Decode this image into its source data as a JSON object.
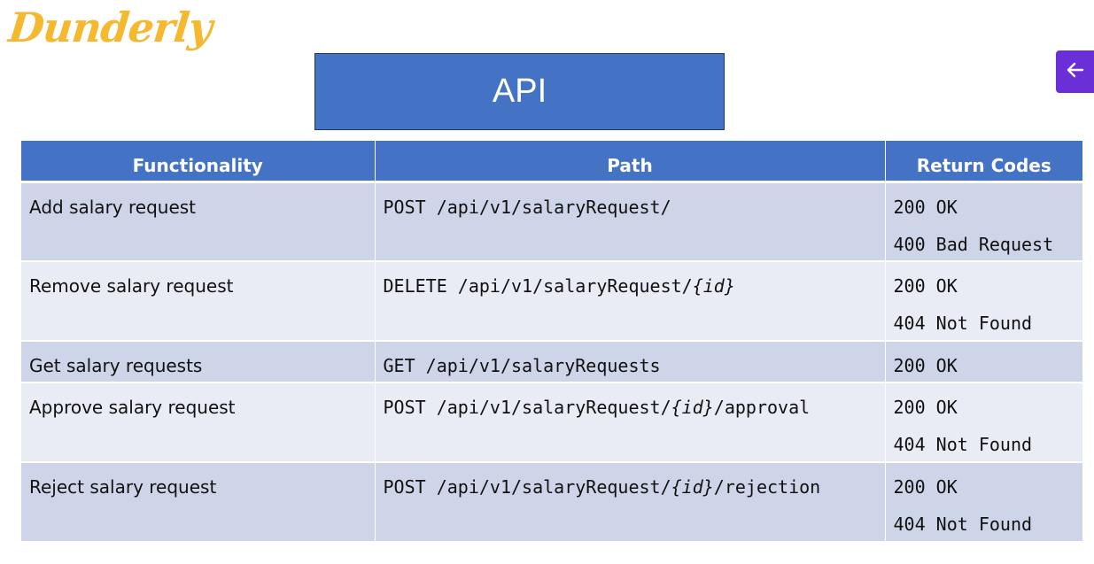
{
  "logo": {
    "text": "Dunderly"
  },
  "title": "API",
  "back_button": {
    "icon": "arrow-left-icon",
    "color": "#6a2fd6"
  },
  "colors": {
    "header_bg": "#4472c4",
    "row_dark": "#cfd5e8",
    "row_light": "#e9ecf5",
    "logo": "#f5b82e"
  },
  "table": {
    "headers": [
      "Functionality",
      "Path",
      "Return Codes"
    ],
    "rows": [
      {
        "functionality": "Add salary request",
        "method": "POST",
        "path_parts": [
          "/api/v1/salaryRequest/"
        ],
        "codes": [
          "200 OK",
          "400 Bad Request"
        ]
      },
      {
        "functionality": "Remove salary request",
        "method": "DELETE",
        "path_parts": [
          "/api/v1/salaryRequest/",
          "{id}"
        ],
        "codes": [
          "200 OK",
          "404 Not Found"
        ]
      },
      {
        "functionality": "Get salary requests",
        "method": "GET",
        "path_parts": [
          "/api/v1/salaryRequests"
        ],
        "codes": [
          "200 OK"
        ]
      },
      {
        "functionality": "Approve salary request",
        "method": "POST",
        "path_parts": [
          "/api/v1/salaryRequest/",
          "{id}",
          "/approval"
        ],
        "codes": [
          "200 OK",
          "404 Not Found"
        ]
      },
      {
        "functionality": "Reject salary request",
        "method": "POST",
        "path_parts": [
          "/api/v1/salaryRequest/",
          "{id}",
          "/rejection"
        ],
        "codes": [
          "200 OK",
          "404 Not Found"
        ]
      }
    ]
  }
}
